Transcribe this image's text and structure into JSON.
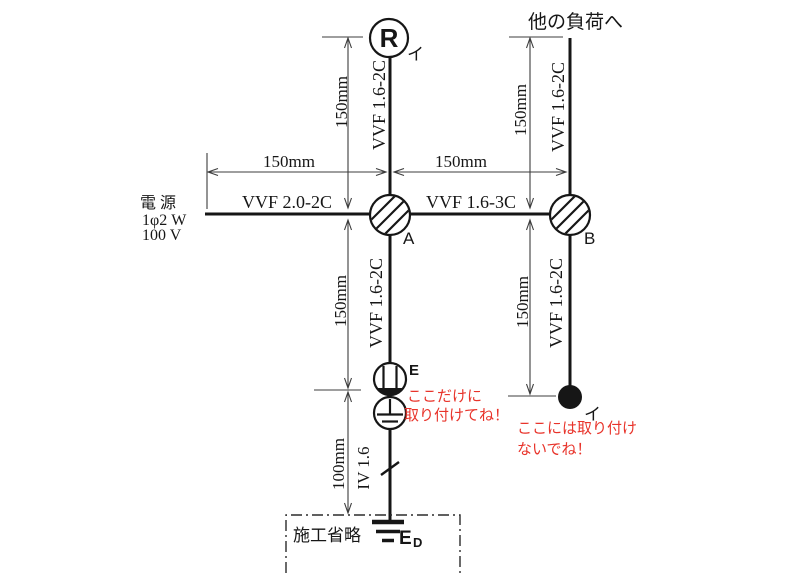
{
  "diagram": {
    "power_source": {
      "line1": "電 源",
      "line2": "1φ2 W",
      "line3": "100 V"
    },
    "other_loads_label": "他の負荷へ",
    "construction_omitted_label": "施工省略",
    "cables": {
      "source_to_a": "VVF 2.0-2C",
      "a_to_b": "VVF 1.6-3C",
      "a_to_lamp": "VVF 1.6-2C",
      "a_to_outlet": "VVF 1.6-2C",
      "b_to_loads": "VVF 1.6-2C",
      "b_to_switch": "VVF 1.6-2C",
      "earth_wire": "IV 1.6"
    },
    "dimensions": {
      "source_to_a": "150mm",
      "a_to_b": "150mm",
      "lamp_to_a": "150mm",
      "a_to_outlet": "150mm",
      "loads_to_b": "150mm",
      "b_to_switch": "150mm",
      "outlet_to_omitted": "100mm"
    },
    "symbols": {
      "lamp_letter": "R",
      "lamp_circuit": "イ",
      "junction_a": "A",
      "junction_b": "B",
      "outlet_earth": "E",
      "switch_circuit": "イ",
      "earth_electrode": "E",
      "earth_electrode_sub": "D"
    },
    "notes": {
      "attach_line1": "ここだけに",
      "attach_line2": "取り付けてね！",
      "no_attach_line1": "ここには取り付け",
      "no_attach_line2": "ないでね！"
    },
    "colors": {
      "wire": "#161616",
      "dimension": "#3c3c3c",
      "note": "#e8332a"
    }
  }
}
